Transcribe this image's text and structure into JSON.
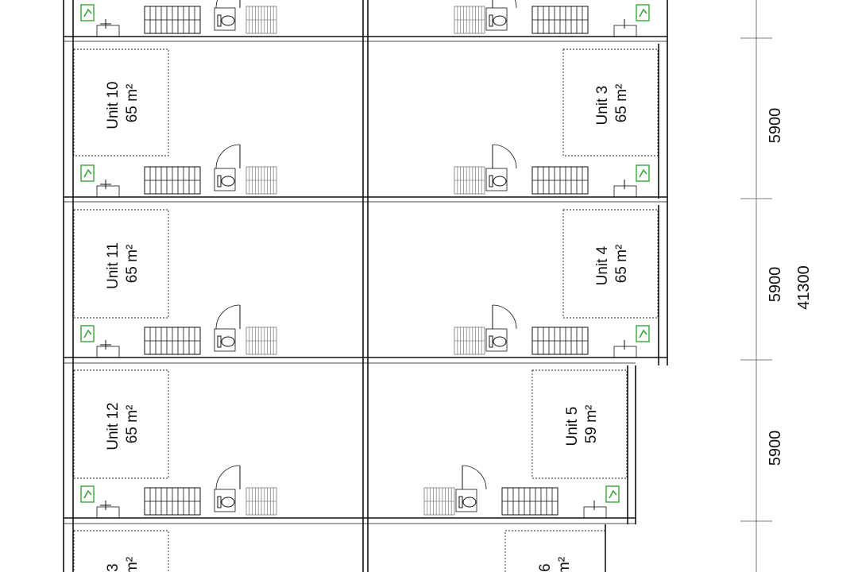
{
  "colors": {
    "line": "#111111",
    "exit_sign": "#3aa23a",
    "stair_light": "#777777",
    "dimension": "#555555"
  },
  "units": [
    {
      "id": "unit-10",
      "name": "Unit 10",
      "area": "65 m²"
    },
    {
      "id": "unit-11",
      "name": "Unit 11",
      "area": "65 m²"
    },
    {
      "id": "unit-12",
      "name": "Unit 12",
      "area": "65 m²"
    },
    {
      "id": "unit-13-partial",
      "name": "3",
      "area": "m²"
    },
    {
      "id": "unit-3",
      "name": "Unit 3",
      "area": "65 m²"
    },
    {
      "id": "unit-4",
      "name": "Unit 4",
      "area": "65 m²"
    },
    {
      "id": "unit-5",
      "name": "Unit 5",
      "area": "59 m²"
    },
    {
      "id": "unit-6-partial",
      "name": "6",
      "area": "m²"
    }
  ],
  "dimensions": {
    "segments": [
      "5900",
      "5900",
      "5900"
    ],
    "total": "41300"
  },
  "icons": [
    "exit-sign-icon",
    "toilet-icon",
    "door-swing-icon",
    "stair-icon"
  ]
}
